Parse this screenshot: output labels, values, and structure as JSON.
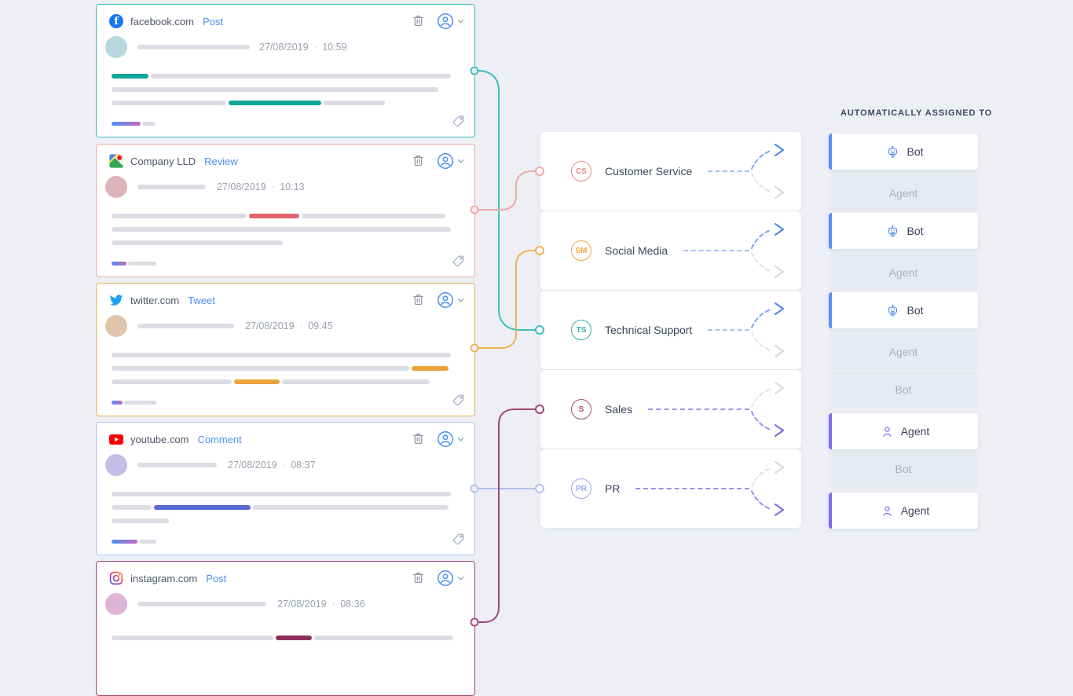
{
  "header": {
    "assigned_to": "AUTOMATICALLY ASSIGNED TO"
  },
  "ui": {
    "meta_separator": "·"
  },
  "posts": [
    {
      "source": "facebook.com",
      "post_type": "Post",
      "date": "27/08/2019",
      "time": "10:59",
      "icon": "facebook-icon",
      "accent_color": "#3dbdb9"
    },
    {
      "source": "Company LLD",
      "post_type": "Review",
      "date": "27/08/2019",
      "time": "10:13",
      "icon": "google-maps-icon",
      "accent_color": "#f2a8a2"
    },
    {
      "source": "twitter.com",
      "post_type": "Tweet",
      "date": "27/08/2019",
      "time": "09:45",
      "icon": "twitter-icon",
      "accent_color": "#f0b152"
    },
    {
      "source": "youtube.com",
      "post_type": "Comment",
      "date": "27/08/2019",
      "time": "08:37",
      "icon": "youtube-icon",
      "accent_color": "#b3bff0"
    },
    {
      "source": "instagram.com",
      "post_type": "Post",
      "date": "27/08/2019",
      "time": "08:36",
      "icon": "instagram-icon",
      "accent_color": "#a04673"
    }
  ],
  "categories": [
    {
      "initials": "CS",
      "label": "Customer Service",
      "assigned_to": "Bot",
      "color": "#ef8b80"
    },
    {
      "initials": "SM",
      "label": "Social Media",
      "assigned_to": "Bot",
      "color": "#eda73f"
    },
    {
      "initials": "TS",
      "label": "Technical Support",
      "assigned_to": "Bot",
      "color": "#2fb3ac"
    },
    {
      "initials": "S",
      "label": "Sales",
      "assigned_to": "Agent",
      "color": "#a34a74"
    },
    {
      "initials": "PR",
      "label": "PR",
      "assigned_to": "Agent",
      "color": "#9aa8ec"
    }
  ],
  "assignment_options": {
    "bot": "Bot",
    "agent": "Agent"
  },
  "colors": {
    "bot_active": "#4a86f2",
    "agent_active": "#7b6af0",
    "page_background": "#edeff5"
  }
}
